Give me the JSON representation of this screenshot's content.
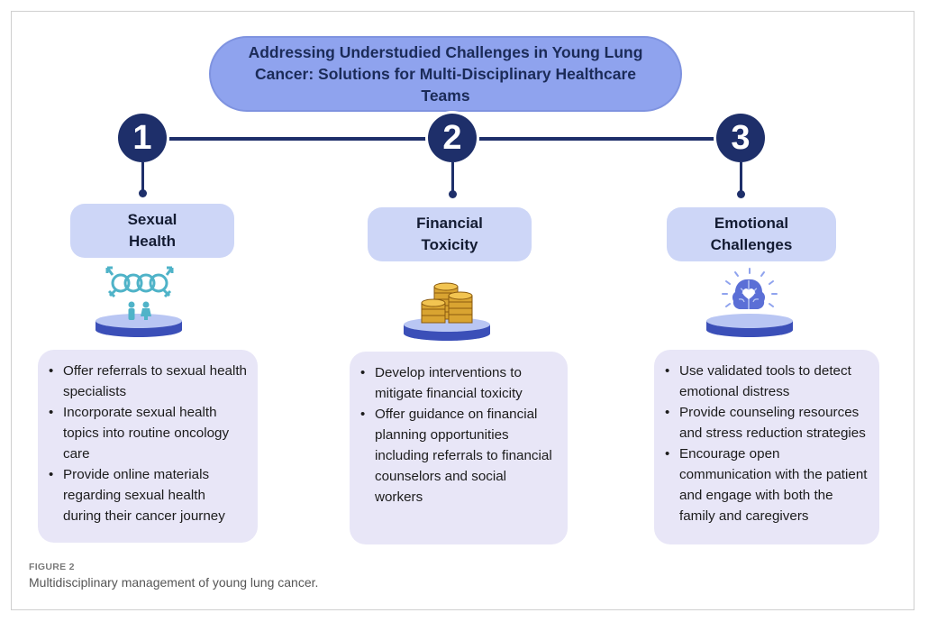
{
  "title": "Addressing Understudied Challenges in Young Lung Cancer: Solutions for Multi-Disciplinary Healthcare Teams",
  "columns": [
    {
      "number": "1",
      "heading_line1": "Sexual",
      "heading_line2": "Health",
      "icon": "gender-symbols-people-icon",
      "bullets": [
        "Offer referrals to sexual health specialists",
        "Incorporate sexual health topics into routine oncology care",
        "Provide online materials regarding sexual health during their cancer journey"
      ]
    },
    {
      "number": "2",
      "heading_line1": "Financial",
      "heading_line2": "Toxicity",
      "icon": "coin-stacks-icon",
      "bullets": [
        "Develop interventions to mitigate financial toxicity",
        "Offer guidance on financial planning opportunities including referrals to financial counselors and social workers"
      ]
    },
    {
      "number": "3",
      "heading_line1": "Emotional",
      "heading_line2": "Challenges",
      "icon": "brain-heart-icon",
      "bullets": [
        "Use validated tools to detect emotional distress",
        "Provide counseling resources and stress reduction strategies",
        "Encourage open communication with the patient and engage with both the family and caregivers"
      ]
    }
  ],
  "figure": {
    "label": "FIGURE 2",
    "caption": "Multidisciplinary management of young lung cancer."
  },
  "colors": {
    "navy": "#1e2f6a",
    "title_fill": "#8fa3ee",
    "pill_fill": "#cdd6f7",
    "card_fill": "#e8e6f7",
    "teal": "#4fb3c8",
    "gold": "#d9a431",
    "brain_blue": "#5b6fd6"
  }
}
